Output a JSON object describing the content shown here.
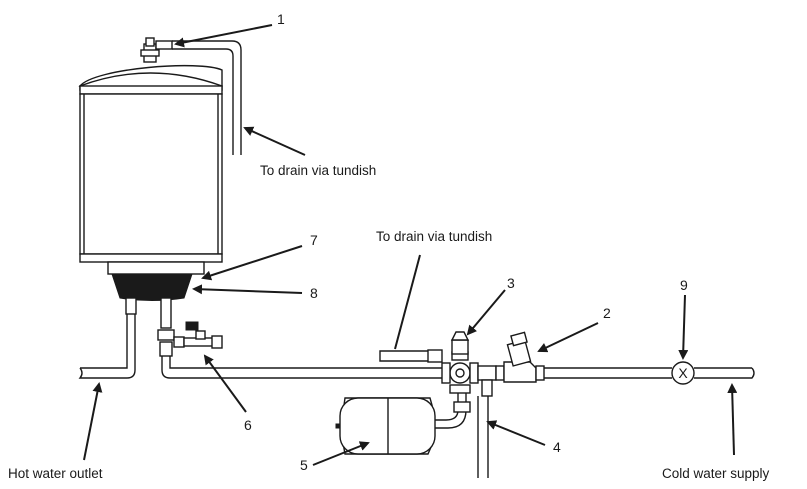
{
  "labels": {
    "drain_top": "To drain via tundish",
    "drain_mid": "To drain via tundish",
    "hot_outlet": "Hot water outlet",
    "cold_supply": "Cold water supply"
  },
  "callouts": {
    "c1": "1",
    "c2": "2",
    "c3": "3",
    "c4": "4",
    "c5": "5",
    "c6": "6",
    "c7": "7",
    "c8": "8",
    "c9": "9"
  },
  "valve_symbol": "X"
}
